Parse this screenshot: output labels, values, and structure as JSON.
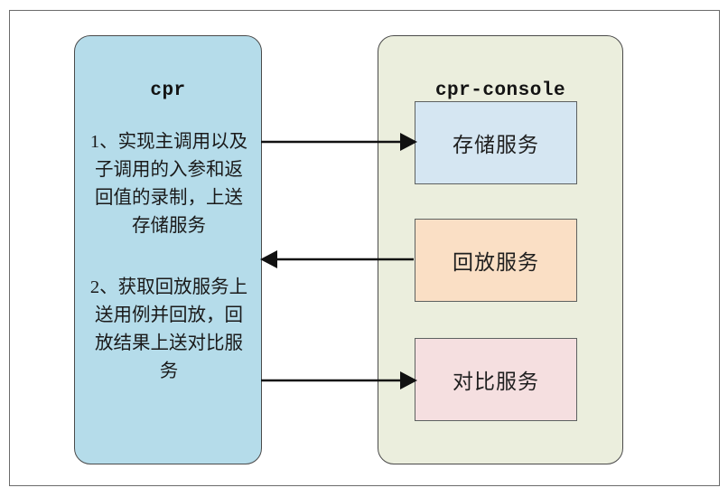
{
  "diagram": {
    "left_panel": {
      "title": "cpr",
      "items": [
        "1、实现主调用以及子调用的入参和返回值的录制，上送存储服务",
        "2、获取回放服务上送用例并回放，回放结果上送对比服务"
      ]
    },
    "right_panel": {
      "title": "cpr-console",
      "boxes": [
        {
          "label": "存储服务",
          "color": "#d5e6f2"
        },
        {
          "label": "回放服务",
          "color": "#fadfc5"
        },
        {
          "label": "对比服务",
          "color": "#f5dfe0"
        }
      ]
    },
    "arrows": [
      {
        "name": "cpr-to-storage",
        "direction": "right"
      },
      {
        "name": "replay-to-cpr",
        "direction": "left"
      },
      {
        "name": "cpr-to-compare",
        "direction": "right"
      }
    ],
    "colors": {
      "left_panel_fill": "#b5dcea",
      "right_panel_fill": "#ebeedd",
      "panel_border": "#4a4a4a",
      "frame_border": "#6b6b6b",
      "arrow": "#111111"
    }
  }
}
